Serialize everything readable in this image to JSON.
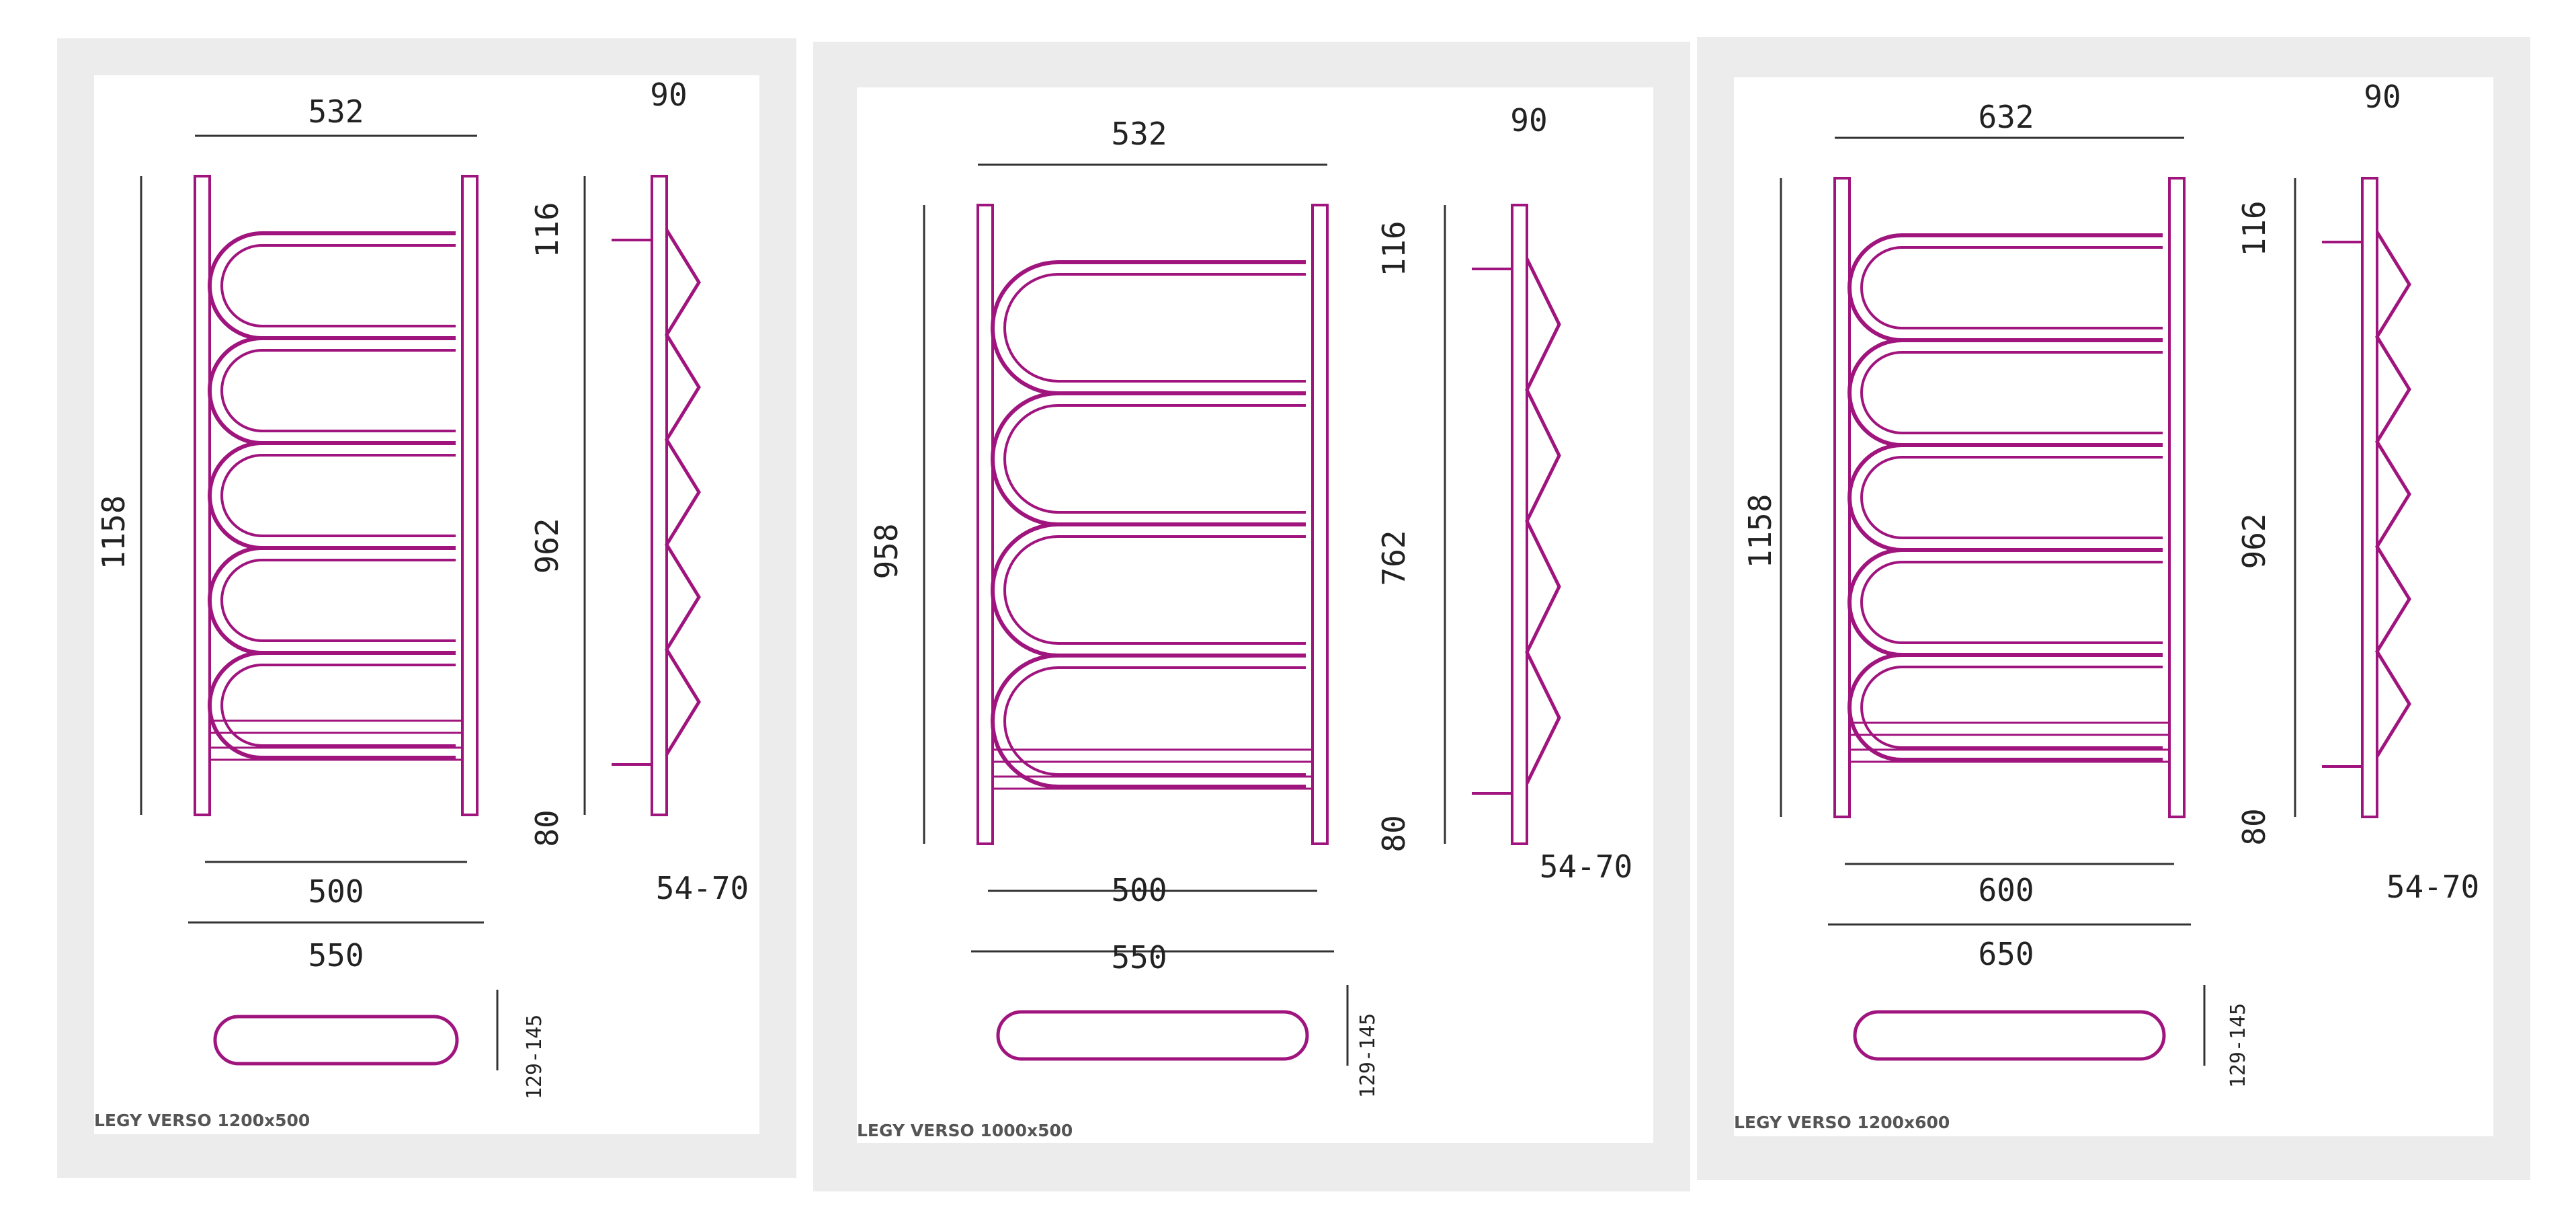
{
  "colors": {
    "panel_background": "#ececec",
    "card_background": "#ffffff",
    "radiator_outline": "#a0147e",
    "dimension_line": "#333333",
    "caption_text": "#555555"
  },
  "panels": [
    {
      "caption": "LEGY VERSO 1200x500",
      "loops": 5,
      "dims": {
        "top_width": "532",
        "side_depth": "90",
        "total_height": "1158",
        "upper_offset": "116",
        "mount_distance": "962",
        "lower_offset": "80",
        "inner_width": "500",
        "outer_width": "550",
        "wall_gap": "54-70",
        "plan_depth": "129-145"
      }
    },
    {
      "caption": "LEGY VERSO 1000x500",
      "loops": 4,
      "dims": {
        "top_width": "532",
        "side_depth": "90",
        "total_height": "958",
        "upper_offset": "116",
        "mount_distance": "762",
        "lower_offset": "80",
        "inner_width": "500",
        "outer_width": "550",
        "wall_gap": "54-70",
        "plan_depth": "129-145"
      }
    },
    {
      "caption": "LEGY VERSO 1200x600",
      "loops": 5,
      "dims": {
        "top_width": "632",
        "side_depth": "90",
        "total_height": "1158",
        "upper_offset": "116",
        "mount_distance": "962",
        "lower_offset": "80",
        "inner_width": "600",
        "outer_width": "650",
        "wall_gap": "54-70",
        "plan_depth": "129-145"
      }
    }
  ]
}
